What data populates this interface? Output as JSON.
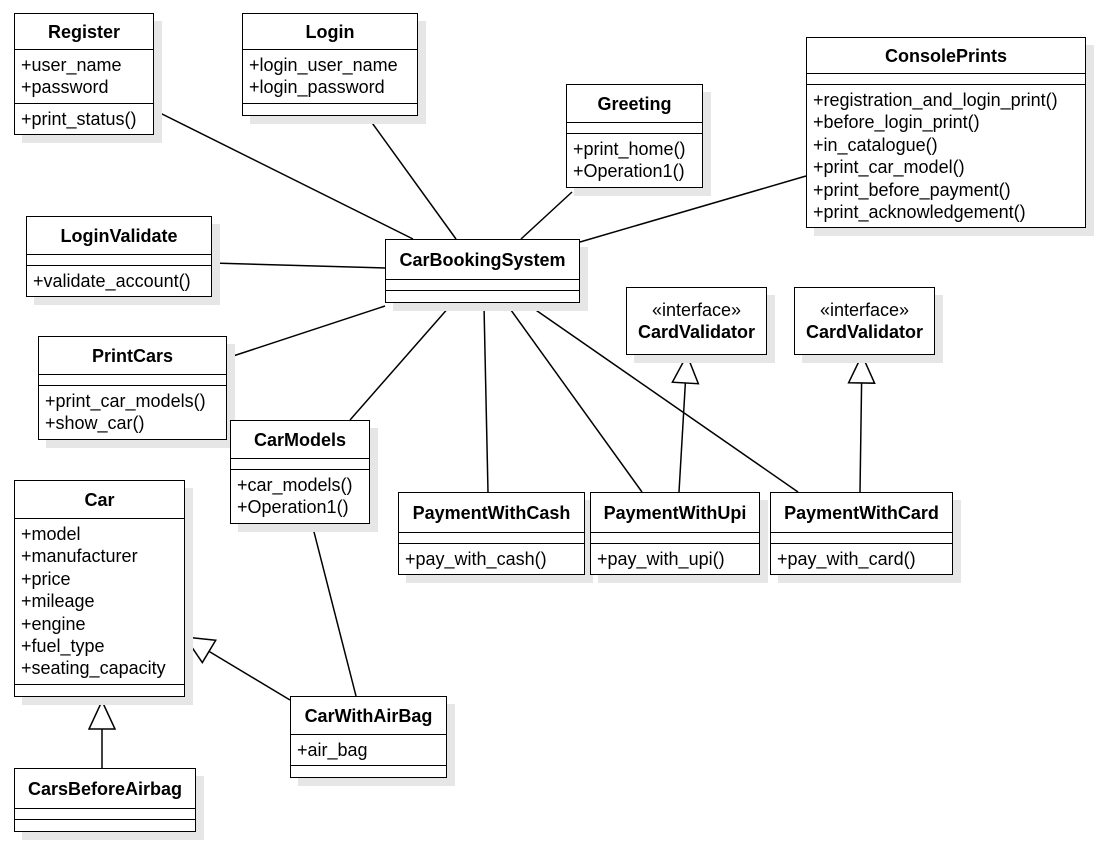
{
  "diagram": {
    "classes": {
      "register": {
        "name": "Register",
        "attributes": [
          "+user_name",
          "+password"
        ],
        "operations": [
          "+print_status()"
        ]
      },
      "login": {
        "name": "Login",
        "attributes": [
          "+login_user_name",
          "+login_password"
        ],
        "operations": []
      },
      "greeting": {
        "name": "Greeting",
        "attributes": [],
        "operations": [
          "+print_home()",
          "+Operation1()"
        ]
      },
      "console_prints": {
        "name": "ConsolePrints",
        "attributes": [],
        "operations": [
          "+registration_and_login_print()",
          "+before_login_print()",
          "+in_catalogue()",
          "+print_car_model()",
          "+print_before_payment()",
          "+print_acknowledgement()"
        ]
      },
      "login_validate": {
        "name": "LoginValidate",
        "attributes": [],
        "operations": [
          "+validate_account()"
        ]
      },
      "car_booking_system": {
        "name": "CarBookingSystem",
        "attributes": [],
        "operations": []
      },
      "print_cars": {
        "name": "PrintCars",
        "attributes": [],
        "operations": [
          "+print_car_models()",
          "+show_car()"
        ]
      },
      "card_validator_1": {
        "stereotype": "«interface»",
        "name": "CardValidator"
      },
      "card_validator_2": {
        "stereotype": "«interface»",
        "name": "CardValidator"
      },
      "car_models": {
        "name": "CarModels",
        "attributes": [],
        "operations": [
          "+car_models()",
          "+Operation1()"
        ]
      },
      "car": {
        "name": "Car",
        "attributes": [
          "+model",
          "+manufacturer",
          "+price",
          "+mileage",
          "+engine",
          "+fuel_type",
          "+seating_capacity"
        ],
        "operations": []
      },
      "payment_with_cash": {
        "name": "PaymentWithCash",
        "attributes": [],
        "operations": [
          "+pay_with_cash()"
        ]
      },
      "payment_with_upi": {
        "name": "PaymentWithUpi",
        "attributes": [],
        "operations": [
          "+pay_with_upi()"
        ]
      },
      "payment_with_card": {
        "name": "PaymentWithCard",
        "attributes": [],
        "operations": [
          "+pay_with_card()"
        ]
      },
      "car_with_air_bag": {
        "name": "CarWithAirBag",
        "attributes": [
          "+air_bag"
        ],
        "operations": []
      },
      "cars_before_airbag": {
        "name": "CarsBeforeAirbag",
        "attributes": [],
        "operations": []
      }
    },
    "associations": [
      {
        "from": "car_booking_system",
        "to": "register"
      },
      {
        "from": "car_booking_system",
        "to": "login"
      },
      {
        "from": "car_booking_system",
        "to": "greeting"
      },
      {
        "from": "car_booking_system",
        "to": "console_prints"
      },
      {
        "from": "car_booking_system",
        "to": "login_validate"
      },
      {
        "from": "car_booking_system",
        "to": "print_cars"
      },
      {
        "from": "car_booking_system",
        "to": "car_models"
      },
      {
        "from": "car_booking_system",
        "to": "payment_with_cash"
      },
      {
        "from": "car_booking_system",
        "to": "payment_with_upi"
      },
      {
        "from": "car_booking_system",
        "to": "payment_with_card"
      },
      {
        "from": "car_models",
        "to": "car_with_air_bag"
      }
    ],
    "generalizations": [
      {
        "child": "payment_with_upi",
        "parent": "card_validator_1"
      },
      {
        "child": "payment_with_card",
        "parent": "card_validator_2"
      },
      {
        "child": "car_with_air_bag",
        "parent": "car"
      },
      {
        "child": "cars_before_airbag",
        "parent": "car"
      }
    ]
  }
}
